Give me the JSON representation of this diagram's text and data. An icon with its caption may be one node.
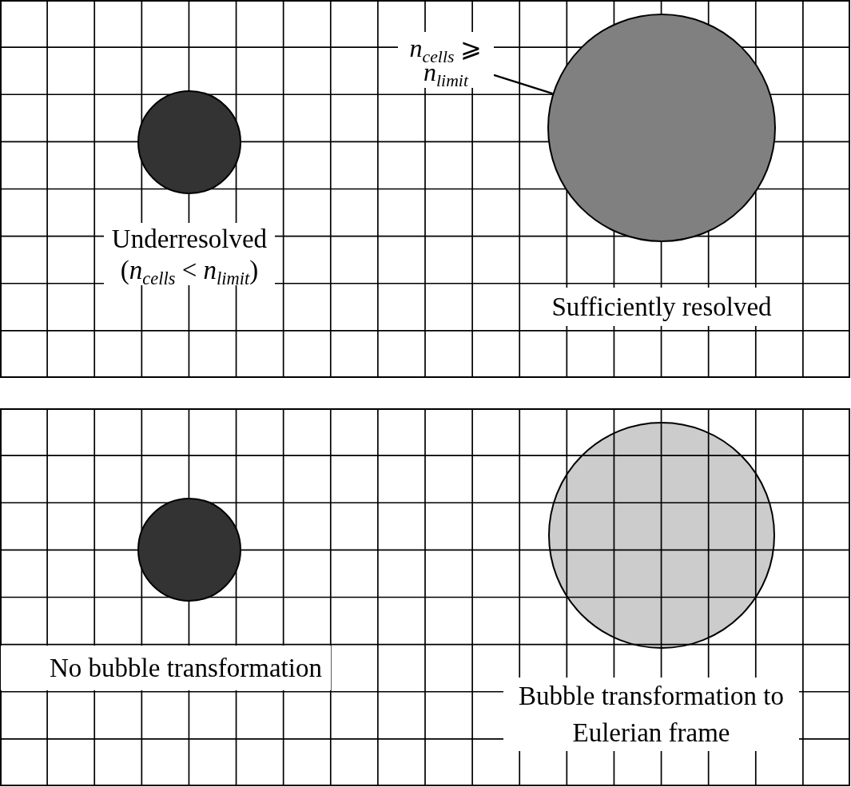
{
  "diagram": {
    "nodes": [
      {
        "text": [],
        "shape": "grid"
      },
      {
        "text": [],
        "shape": "circle",
        "in": 0,
        "beside": [
          "Underresolved",
          "(*n*$_{cells}$ < *n*$_{limit}$)"
        ]
      },
      {
        "text": [
          "*n*$_{cells}$ ⩾ *n*$_{limit}$"
        ],
        "in": 0
      },
      {
        "text": [],
        "shape": "circle",
        "in": 0,
        "beside": [
          "Sufficiently resolved"
        ]
      },
      {
        "text": [],
        "shape": "grid"
      },
      {
        "text": [],
        "shape": "circle",
        "in": 4,
        "beside": [
          "No bubble transformation"
        ]
      },
      {
        "text": [],
        "shape": "circle",
        "in": 4,
        "beside": [
          "Bubble transformation to Eulerian frame"
        ]
      }
    ],
    "edges": [
      {
        "from": 2,
        "to": 3,
        "arrow": "none"
      }
    ]
  }
}
